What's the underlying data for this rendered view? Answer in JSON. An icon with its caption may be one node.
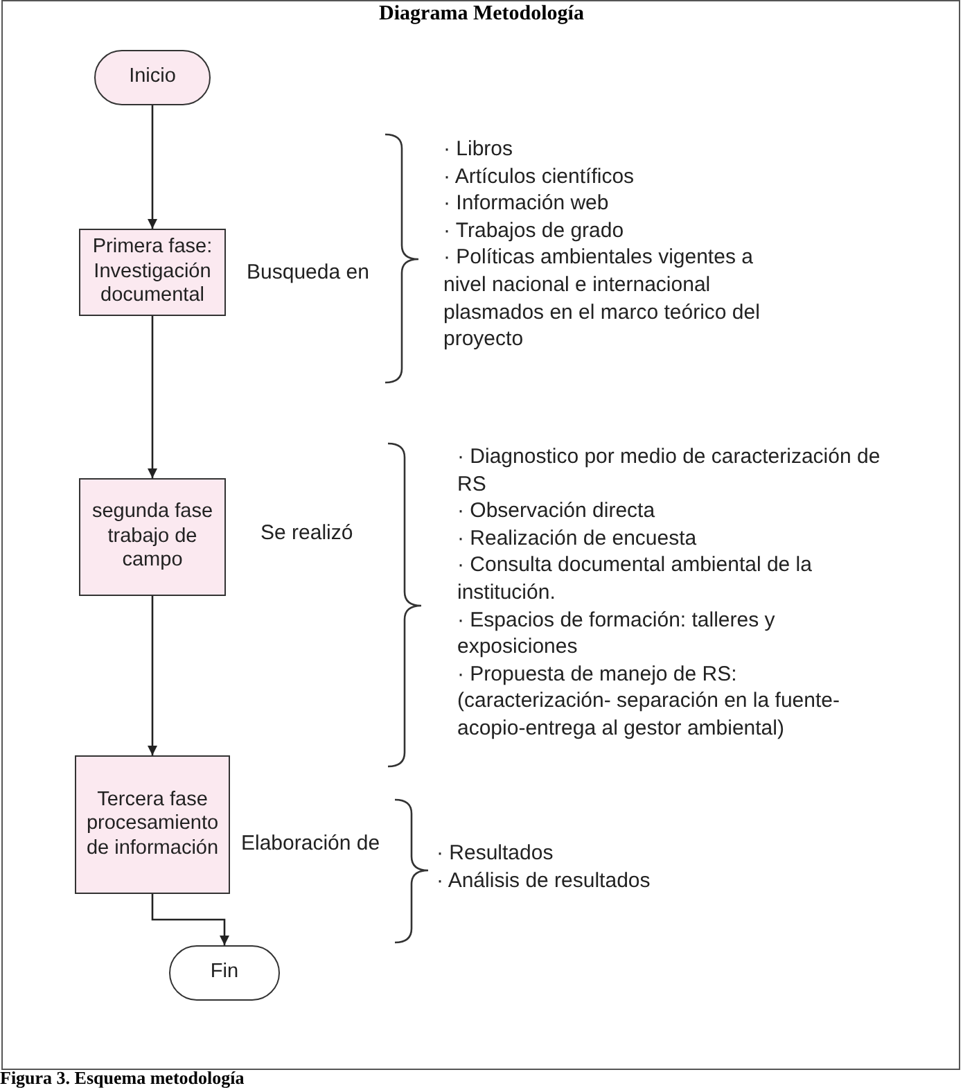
{
  "diagram": {
    "title": "Diagrama Metodología",
    "caption": "Figura 3. Esquema metodología",
    "nodes": [
      {
        "text": [
          "Inicio"
        ]
      },
      {
        "text": [
          "Primera fase: Investigación documental"
        ],
        "beside": [
          "Busqueda en"
        ]
      },
      {
        "text": [
          "segunda fase trabajo de campo"
        ],
        "beside": [
          "Se realizó"
        ]
      },
      {
        "text": [
          "Tercera fase procesamiento de información"
        ],
        "beside": [
          "Elaboración de"
        ]
      },
      {
        "text": [
          "Fin"
        ]
      }
    ],
    "edges": [
      {
        "from": 0,
        "to": 1,
        "arrow": "to"
      },
      {
        "from": 1,
        "to": 2,
        "arrow": "to"
      },
      {
        "from": 2,
        "to": 3,
        "arrow": "to"
      },
      {
        "from": 3,
        "to": 4,
        "arrow": "to"
      }
    ],
    "labels": [
      "· Libros",
      "· Artículos científicos",
      "· Información web",
      "· Trabajos de grado",
      "· Políticas ambientales vigentes a nivel nacional e internacional plasmados en el marco teórico del proyecto",
      "· Diagnostico por medio de caracterización de RS",
      "· Observación directa",
      "· Realización de encuesta",
      "· Consulta documental ambiental de la institución.",
      "· Espacios de formación: talleres y exposiciones",
      "· Propuesta de manejo de RS: (caracterización- separación en la fuente-acopio-entrega al gestor ambiental)",
      "· Resultados",
      "· Análisis de resultados"
    ]
  }
}
